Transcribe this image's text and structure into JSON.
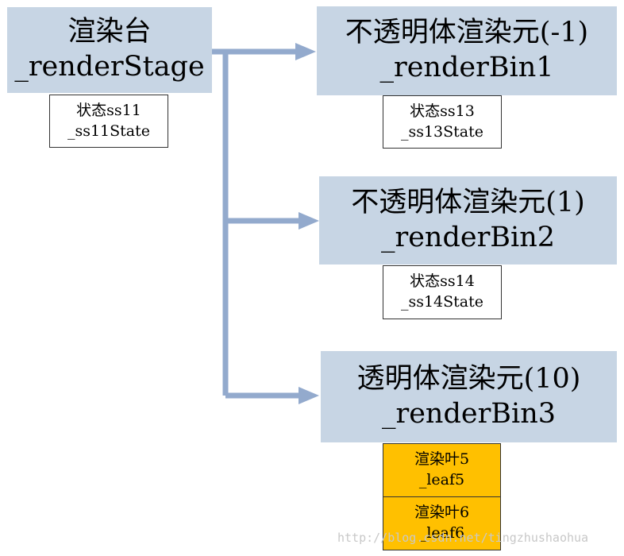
{
  "stage": {
    "title": "渲染台",
    "subtitle": "_renderStage",
    "state": {
      "line1": "状态ss11",
      "line2": "_ss11State"
    }
  },
  "bins": [
    {
      "title": "不透明体渲染元(-1)",
      "subtitle": "_renderBin1",
      "state": {
        "line1": "状态ss13",
        "line2": "_ss13State"
      }
    },
    {
      "title": "不透明体渲染元(1)",
      "subtitle": "_renderBin2",
      "state": {
        "line1": "状态ss14",
        "line2": "_ss14State"
      }
    },
    {
      "title": "透明体渲染元(10)",
      "subtitle": "_renderBin3",
      "leaves": [
        {
          "line1": "渲染叶5",
          "line2": "_leaf5"
        },
        {
          "line1": "渲染叶6",
          "line2": "_leaf6"
        }
      ]
    }
  ],
  "watermark": "http://blog.csdn.net/tingzhushaohua",
  "colors": {
    "node_fill": "#c7d5e4",
    "connector": "#93aacd",
    "leaf_fill": "#ffc000",
    "state_border": "#333333"
  }
}
